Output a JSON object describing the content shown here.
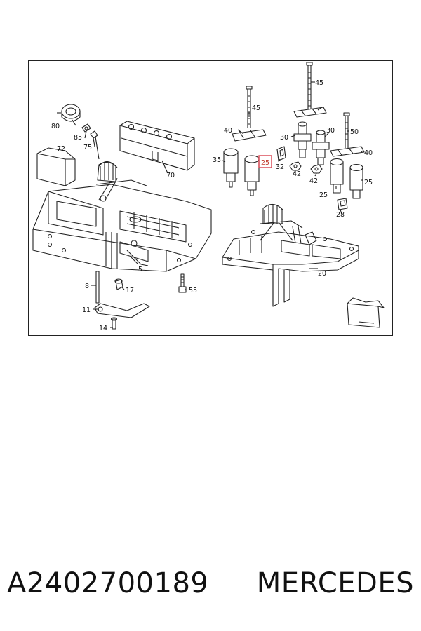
{
  "diagram": {
    "callouts": [
      "80",
      "85",
      "75",
      "72",
      "70",
      "45",
      "45",
      "40",
      "30",
      "30",
      "50",
      "35",
      "25",
      "32",
      "42",
      "42",
      "40",
      "25",
      "25",
      "28",
      "5",
      "8",
      "17",
      "55",
      "11",
      "14",
      "20"
    ],
    "highlighted_callout": "25",
    "highlight_color": "#d9434f"
  },
  "caption": {
    "part_number": "A2402700189",
    "brand": "MERCEDES"
  }
}
